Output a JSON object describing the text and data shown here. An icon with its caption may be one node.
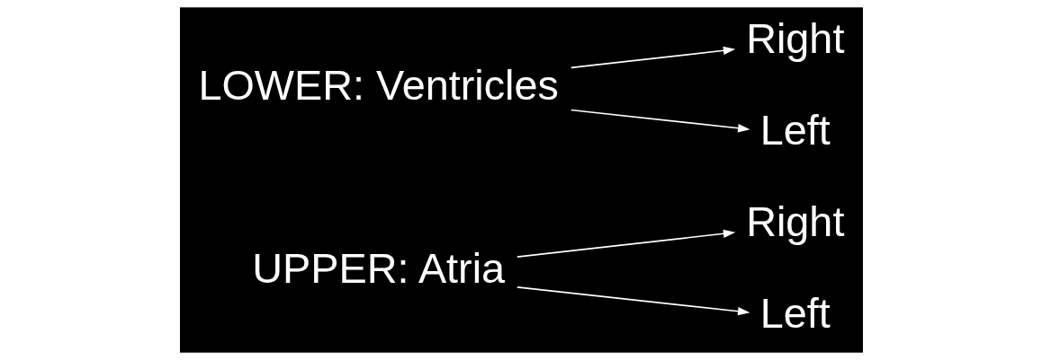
{
  "diagram": {
    "nodes": [
      {
        "text": [
          "UPPER: Atria"
        ]
      },
      {
        "text": [
          "Right"
        ]
      },
      {
        "text": [
          "Left"
        ]
      },
      {
        "text": [
          "LOWER: Ventricles"
        ]
      },
      {
        "text": [
          "Right"
        ]
      },
      {
        "text": [
          "Left"
        ]
      }
    ],
    "edges": [
      {
        "from": 0,
        "to": 1,
        "arrow": "to"
      },
      {
        "from": 0,
        "to": 2,
        "arrow": "to"
      },
      {
        "from": 3,
        "to": 4,
        "arrow": "to"
      },
      {
        "from": 3,
        "to": 5,
        "arrow": "to"
      }
    ]
  }
}
